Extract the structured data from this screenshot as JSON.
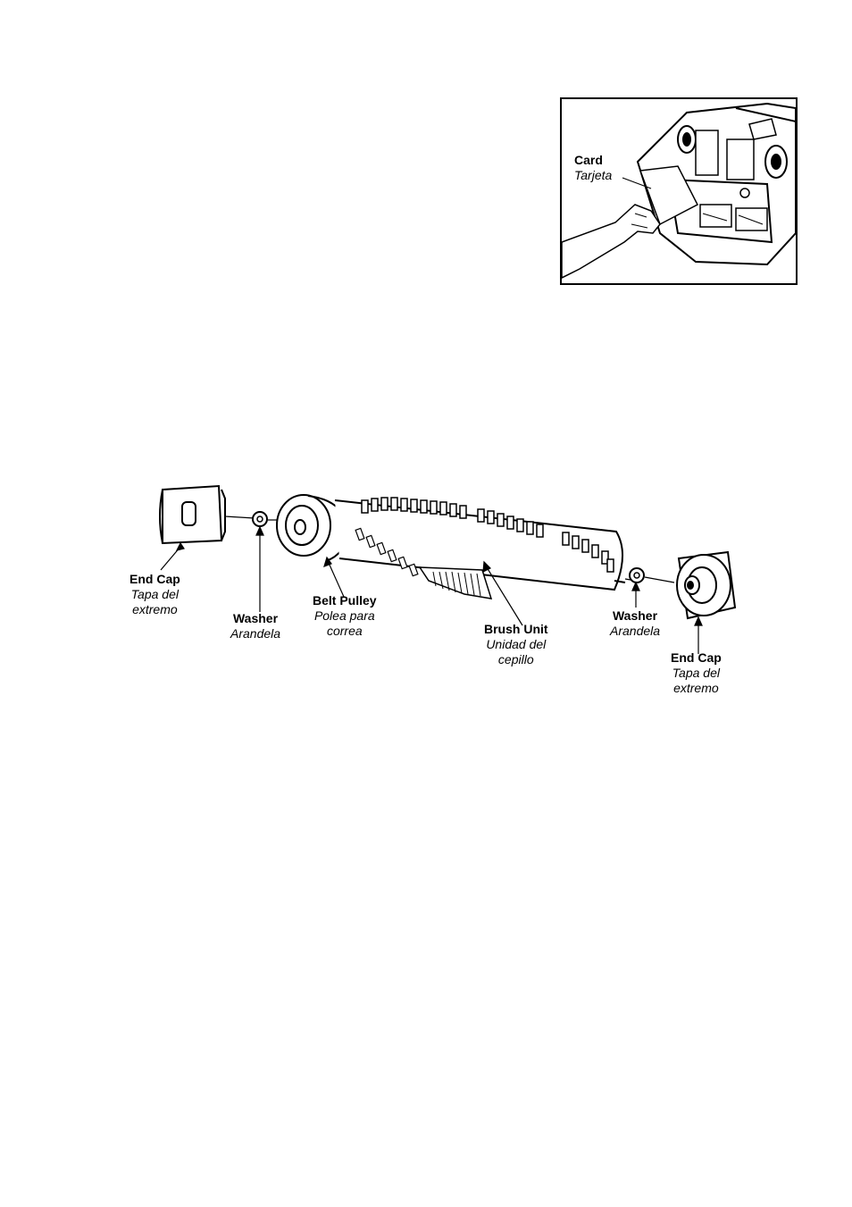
{
  "inset": {
    "card_label": "Card",
    "card_label_es": "Tarjeta"
  },
  "diagram": {
    "end_cap_left": {
      "en": "End Cap",
      "es_1": "Tapa del",
      "es_2": "extremo"
    },
    "washer_left": {
      "en": "Washer",
      "es": "Arandela"
    },
    "belt_pulley": {
      "en": "Belt Pulley",
      "es_1": "Polea para",
      "es_2": "correa"
    },
    "brush_unit": {
      "en": "Brush Unit",
      "es_1": "Unidad del",
      "es_2": "cepillo"
    },
    "washer_right": {
      "en": "Washer",
      "es": "Arandela"
    },
    "end_cap_right": {
      "en": "End Cap",
      "es_1": "Tapa del",
      "es_2": "extremo"
    }
  }
}
